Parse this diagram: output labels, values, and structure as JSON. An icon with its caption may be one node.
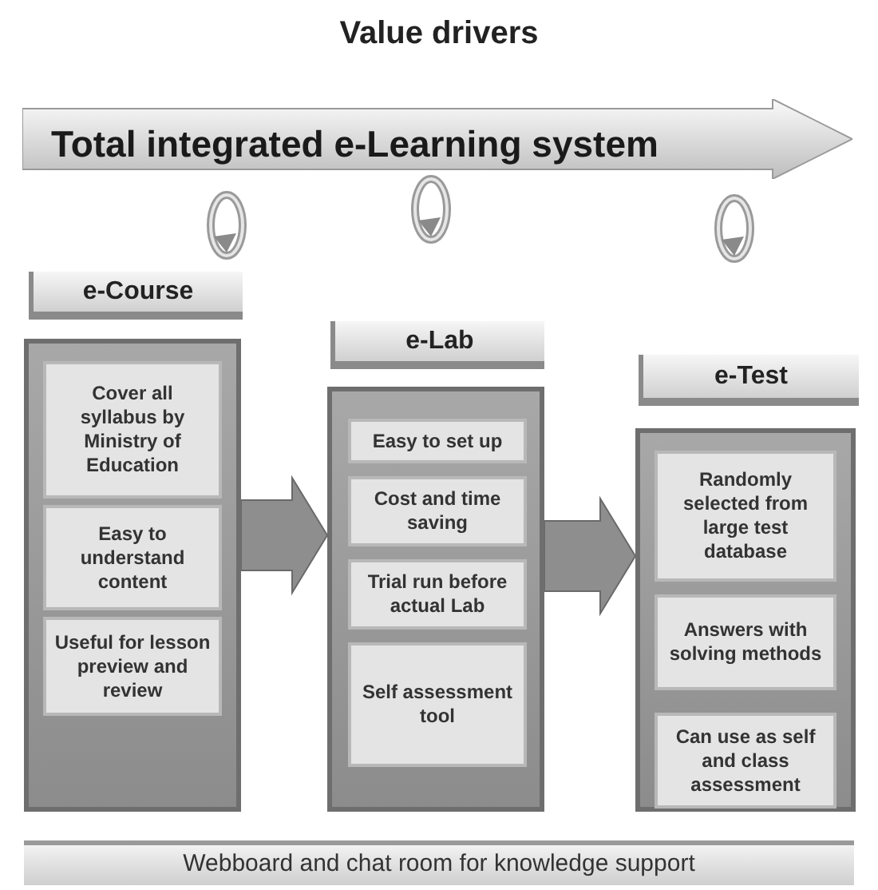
{
  "diagram": {
    "title": "Value drivers",
    "nodes": [
      {
        "text": [
          "Total integrated e-Learning system"
        ]
      },
      {
        "text": [
          "e-Course"
        ]
      },
      {
        "text": [],
        "shape": "box"
      },
      {
        "text": [
          "Cover all syllabus by Ministry of Education"
        ],
        "in": 2
      },
      {
        "text": [
          "Easy to understand content"
        ],
        "in": 2
      },
      {
        "text": [
          "Useful for lesson preview and review"
        ],
        "in": 2
      },
      {
        "text": [
          "e-Lab"
        ]
      },
      {
        "text": [],
        "shape": "box"
      },
      {
        "text": [
          "Easy to set up"
        ],
        "in": 7
      },
      {
        "text": [
          "Cost and time saving"
        ],
        "in": 7
      },
      {
        "text": [
          "Trial run before actual Lab"
        ],
        "in": 7
      },
      {
        "text": [
          "Self assessment tool"
        ],
        "in": 7
      },
      {
        "text": [
          "e-Test"
        ]
      },
      {
        "text": [],
        "shape": "box"
      },
      {
        "text": [
          "Randomly selected from large test database"
        ],
        "in": 13
      },
      {
        "text": [
          "Answers with solving methods"
        ],
        "in": 13
      },
      {
        "text": [
          "Can use as self and class assessment"
        ],
        "in": 13
      },
      {
        "text": [
          "Webboard and chat room for knowledge support"
        ]
      }
    ],
    "edges": [
      {
        "from": 2,
        "to": 7,
        "arrow": "to",
        "style": "thick"
      },
      {
        "from": 7,
        "to": 13,
        "arrow": "to",
        "style": "thick"
      }
    ]
  }
}
